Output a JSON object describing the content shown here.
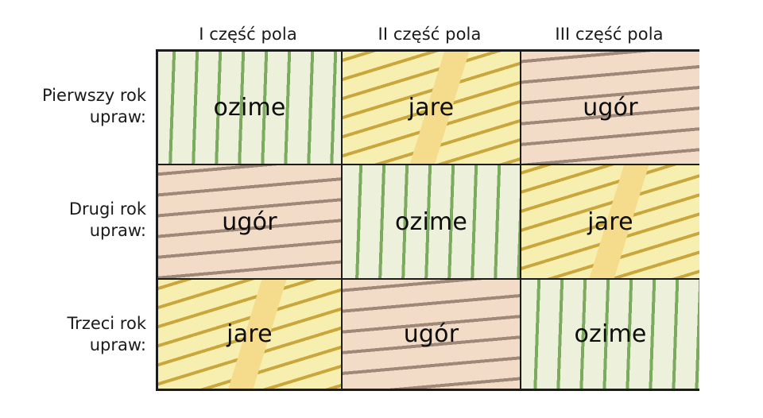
{
  "diagram": {
    "title_present": false,
    "column_headers": [
      "I część pola",
      "II część pola",
      "III część pola"
    ],
    "row_labels": [
      {
        "line1": "Pierwszy rok",
        "line2": "upraw:"
      },
      {
        "line1": "Drugi rok",
        "line2": "upraw:"
      },
      {
        "line1": "Trzeci rok",
        "line2": "upraw:"
      }
    ],
    "cells": [
      [
        {
          "label": "ozime",
          "pattern": "horizontal-green-lines"
        },
        {
          "label": "jare",
          "pattern": "diagonal-gold-lines"
        },
        {
          "label": "ugór",
          "pattern": "vertical-brown-lines"
        }
      ],
      [
        {
          "label": "ugór",
          "pattern": "vertical-brown-lines"
        },
        {
          "label": "ozime",
          "pattern": "horizontal-green-lines"
        },
        {
          "label": "jare",
          "pattern": "diagonal-gold-lines"
        }
      ],
      [
        {
          "label": "jare",
          "pattern": "diagonal-gold-lines"
        },
        {
          "label": "ugór",
          "pattern": "vertical-brown-lines"
        },
        {
          "label": "ozime",
          "pattern": "horizontal-green-lines"
        }
      ]
    ],
    "colors": {
      "ozime_background": "#EDF0DA",
      "ozime_lines": "#7CAA5E",
      "jare_background": "#F7EFB0",
      "jare_lines": "#C9A73C",
      "jare_band": "#F5DC8C",
      "ugor_background": "#F2DCC8",
      "ugor_lines": "#A08878",
      "grid_border": "#1C1C1C",
      "text": "#0D0D0D",
      "page_background": "#FFFFFF"
    }
  }
}
